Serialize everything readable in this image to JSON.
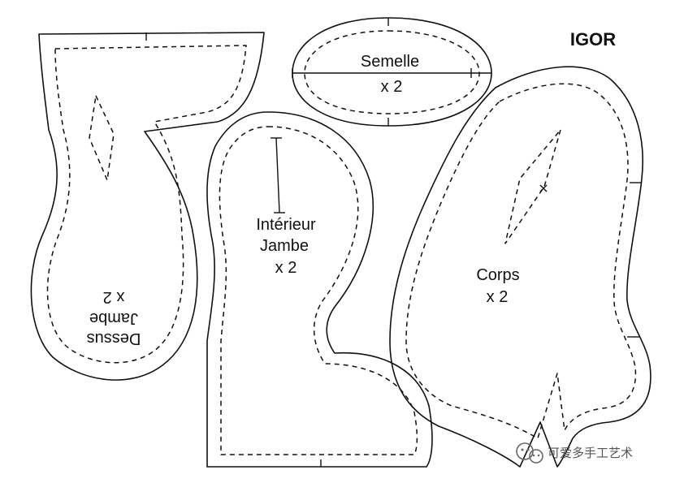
{
  "title": "IGOR",
  "pieces": {
    "semelle": {
      "name": "Semelle",
      "qty": "x  2"
    },
    "dessus_jambe": {
      "line1": "Dessus",
      "line2": "Jambe",
      "qty": "x  2"
    },
    "interieur_jambe": {
      "line1": "Intérieur",
      "line2": "Jambe",
      "qty": "x  2"
    },
    "corps": {
      "name": "Corps",
      "qty": "x  2"
    }
  },
  "watermark": {
    "text": "可爱多手工艺术"
  },
  "colors": {
    "line": "#111111",
    "background": "#ffffff",
    "watermark": "#555555"
  }
}
